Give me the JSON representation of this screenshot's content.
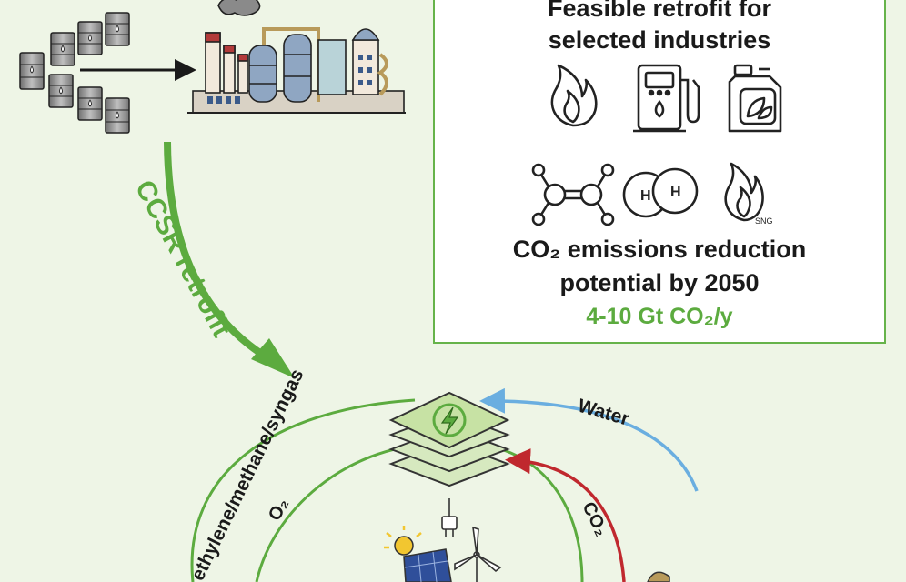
{
  "panel": {
    "title_line1": "Feasible retrofit for",
    "title_line2": "selected industries",
    "reduction_line1": "CO₂ emissions reduction",
    "reduction_line2": "potential by 2050",
    "reduction_value": "4-10 Gt CO₂/y",
    "icons": [
      "flame-icon",
      "fuel-pump-icon",
      "bio-jerrycan-icon",
      "ethylene-molecule-icon",
      "hydrogen-molecule-icon",
      "sng-flame-icon"
    ],
    "sng_label": "SNG",
    "hydrogen_label": "H"
  },
  "arrows": {
    "retrofit_label": "CCSR retrofit",
    "products_label": "ethylene/methane/syngas",
    "oxygen_label": "O₂",
    "water_label": "Water",
    "co2_label": "CO₂"
  },
  "colors": {
    "background": "#eef5e6",
    "green": "#5cab3f",
    "blue": "#6aaee0",
    "red": "#c0282e",
    "dark": "#333333"
  }
}
